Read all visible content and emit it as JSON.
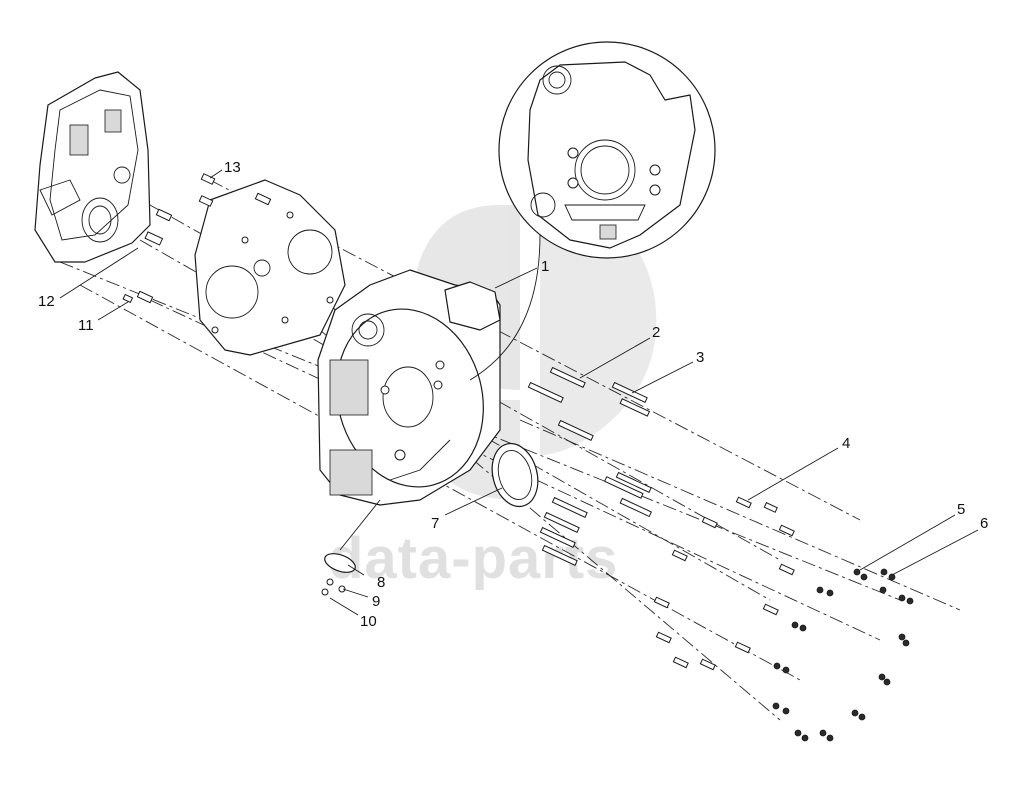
{
  "watermark": {
    "brand_text": "data-parts",
    "logo_icon": "sb-logo-watermark-icon"
  },
  "callouts": [
    {
      "id": "1",
      "label": "1"
    },
    {
      "id": "2",
      "label": "2"
    },
    {
      "id": "3",
      "label": "3"
    },
    {
      "id": "4",
      "label": "4"
    },
    {
      "id": "5",
      "label": "5"
    },
    {
      "id": "6",
      "label": "6"
    },
    {
      "id": "7",
      "label": "7"
    },
    {
      "id": "8",
      "label": "8"
    },
    {
      "id": "9",
      "label": "9"
    },
    {
      "id": "10",
      "label": "10"
    },
    {
      "id": "11",
      "label": "11"
    },
    {
      "id": "12",
      "label": "12"
    },
    {
      "id": "13",
      "label": "13"
    }
  ],
  "colors": {
    "line": "#1a1a1a",
    "watermark": "#c8c8c8",
    "background": "#ffffff"
  }
}
